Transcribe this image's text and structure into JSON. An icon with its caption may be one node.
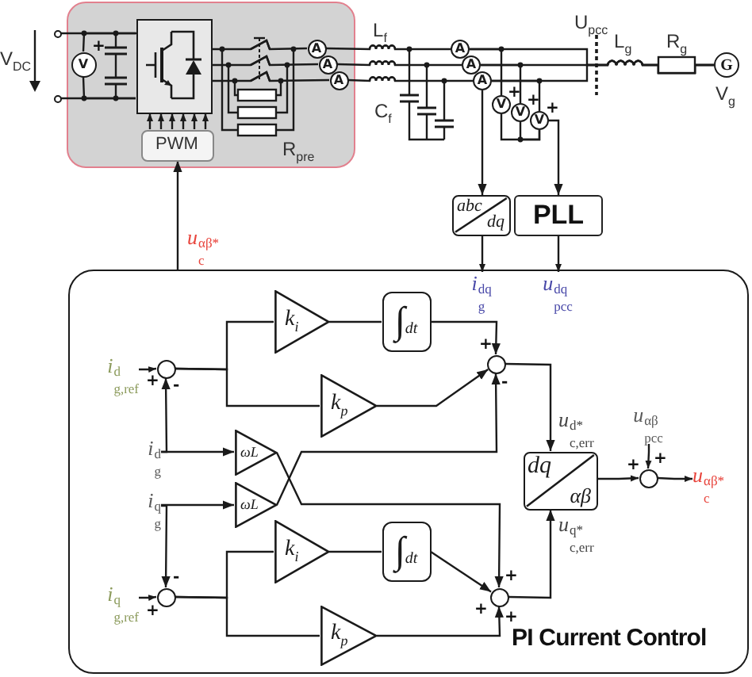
{
  "diagram": {
    "nodes": [
      {
        "text": [],
        "shape": "box"
      },
      {
        "text": [
          "V"
        ],
        "beside": [
          "+"
        ],
        "in": 0
      },
      {
        "text": [],
        "shape": "box",
        "in": 0
      },
      {
        "text": [
          "A"
        ],
        "in": 0
      },
      {
        "text": [
          "A"
        ],
        "in": 0
      },
      {
        "text": [
          "A"
        ],
        "in": 0
      },
      {
        "text": [
          "PWM"
        ],
        "in": 0
      },
      {
        "text": [
          "A"
        ]
      },
      {
        "text": [
          "A"
        ]
      },
      {
        "text": [
          "A"
        ]
      },
      {
        "text": [
          "V"
        ],
        "beside": [
          "+"
        ]
      },
      {
        "text": [
          "V"
        ],
        "beside": [
          "+"
        ]
      },
      {
        "text": [
          "V"
        ],
        "beside": [
          "+"
        ]
      },
      {
        "text": [
          "G"
        ],
        "beside": [
          "V$_{g}$"
        ]
      },
      {
        "text": [
          "abc",
          "dq"
        ]
      },
      {
        "text": [
          "PLL"
        ]
      },
      {
        "text": [
          "PI Current Control"
        ]
      },
      {
        "text": [
          "i$_{g}$$^{dq}$"
        ],
        "in": 16
      },
      {
        "text": [
          "u$_{pcc}$$^{dq}$"
        ],
        "in": 16
      },
      {
        "text": [
          "k$_{i}$"
        ],
        "in": 16
      },
      {
        "text": [
          "∫dt"
        ],
        "in": 16
      },
      {
        "text": [
          "i$_{g,ref}$$^{d}$"
        ],
        "in": 16
      },
      {
        "text": [],
        "shape": "circle",
        "beside": [
          "+",
          "-"
        ],
        "in": 16
      },
      {
        "text": [],
        "shape": "circle",
        "beside": [
          "+",
          "-"
        ],
        "in": 16
      },
      {
        "text": [
          "k$_{p}$"
        ],
        "in": 16
      },
      {
        "text": [
          "i$_{g}$$^{d}$"
        ],
        "in": 16
      },
      {
        "text": [
          "ωL"
        ],
        "in": 16
      },
      {
        "text": [
          "u$_{pcc}$$^{αβ}$"
        ],
        "in": 16
      },
      {
        "text": [
          "dq",
          "αβ"
        ],
        "in": 16
      },
      {
        "text": [],
        "shape": "circle",
        "beside": [
          "+",
          "+"
        ],
        "in": 16
      },
      {
        "text": [
          "u$_{c}$$^{αβ*}$"
        ],
        "in": 16
      },
      {
        "text": [
          "ωL"
        ],
        "in": 16
      },
      {
        "text": [
          "i$_{g}$$^{q}$"
        ],
        "in": 16
      },
      {
        "text": [
          "k$_{i}$"
        ],
        "in": 16
      },
      {
        "text": [
          "∫dt"
        ],
        "in": 16
      },
      {
        "text": [
          "i$_{g,ref}$$^{q}$"
        ],
        "in": 16
      },
      {
        "text": [],
        "shape": "circle",
        "beside": [
          "-",
          "+"
        ],
        "in": 16
      },
      {
        "text": [],
        "shape": "circle",
        "beside": [
          "+",
          "+",
          "+"
        ],
        "in": 16
      },
      {
        "text": [
          "k$_{p}$"
        ],
        "in": 16
      },
      {
        "text": [],
        "shape": "circle"
      },
      {
        "text": [],
        "shape": "circle"
      }
    ],
    "edges": [
      {
        "from": 6,
        "to": 2,
        "arrow": "to"
      },
      {
        "from": 6,
        "to": 2,
        "arrow": "to"
      },
      {
        "from": 6,
        "to": 2,
        "arrow": "to"
      },
      {
        "from": 6,
        "to": 2,
        "arrow": "to"
      },
      {
        "from": 6,
        "to": 2,
        "arrow": "to"
      },
      {
        "from": 6,
        "to": 2,
        "arrow": "to"
      },
      {
        "from": 1,
        "to": 2,
        "arrow": "none"
      },
      {
        "from": 2,
        "to": 3,
        "arrow": "none"
      },
      {
        "from": 2,
        "to": 4,
        "arrow": "none"
      },
      {
        "from": 2,
        "to": 5,
        "arrow": "none"
      },
      {
        "from": 3,
        "to": 7,
        "arrow": "none"
      },
      {
        "from": 4,
        "to": 8,
        "arrow": "none"
      },
      {
        "from": 5,
        "to": 9,
        "arrow": "none"
      },
      {
        "from": 7,
        "to": 13,
        "arrow": "none"
      },
      {
        "from": 8,
        "to": 13,
        "arrow": "none"
      },
      {
        "from": 9,
        "to": 13,
        "arrow": "none"
      },
      {
        "from": 9,
        "to": 14,
        "arrow": "to"
      },
      {
        "from": 12,
        "to": 15,
        "arrow": "to"
      },
      {
        "from": 14,
        "to": 17,
        "arrow": "to"
      },
      {
        "from": 15,
        "to": 18,
        "arrow": "to"
      },
      {
        "from": 16,
        "to": 6,
        "arrow": "to",
        "label": "u$_{c}$$^{αβ*}$"
      },
      {
        "from": 21,
        "to": 22,
        "arrow": "to"
      },
      {
        "from": 25,
        "to": 22,
        "arrow": "to"
      },
      {
        "from": 25,
        "to": 26,
        "arrow": "to"
      },
      {
        "from": 22,
        "to": 19,
        "arrow": "none"
      },
      {
        "from": 22,
        "to": 24,
        "arrow": "none"
      },
      {
        "from": 19,
        "to": 20,
        "arrow": "none"
      },
      {
        "from": 20,
        "to": 23,
        "arrow": "to"
      },
      {
        "from": 24,
        "to": 23,
        "arrow": "to"
      },
      {
        "from": 31,
        "to": 23,
        "arrow": "to"
      },
      {
        "from": 26,
        "to": 37,
        "arrow": "to"
      },
      {
        "from": 23,
        "to": 28,
        "arrow": "to",
        "label": "u$_{c,err}$$^{d*}$"
      },
      {
        "from": 37,
        "to": 28,
        "arrow": "to",
        "label": "u$_{c,err}$$^{q*}$"
      },
      {
        "from": 28,
        "to": 29,
        "arrow": "to"
      },
      {
        "from": 27,
        "to": 29,
        "arrow": "to"
      },
      {
        "from": 29,
        "to": 30,
        "arrow": "to"
      },
      {
        "from": 35,
        "to": 36,
        "arrow": "to"
      },
      {
        "from": 32,
        "to": 36,
        "arrow": "to"
      },
      {
        "from": 32,
        "to": 31,
        "arrow": "to"
      },
      {
        "from": 36,
        "to": 33,
        "arrow": "none"
      },
      {
        "from": 36,
        "to": 38,
        "arrow": "none"
      },
      {
        "from": 33,
        "to": 34,
        "arrow": "none"
      },
      {
        "from": 34,
        "to": 37,
        "arrow": "to"
      },
      {
        "from": 38,
        "to": 37,
        "arrow": "to"
      },
      {
        "from": 1,
        "to": 2,
        "arrow": "none"
      },
      {
        "from": 39,
        "to": 2,
        "arrow": "none"
      },
      {
        "from": 40,
        "to": 2,
        "arrow": "none"
      },
      {
        "from": 7,
        "to": 10,
        "arrow": "none"
      },
      {
        "from": 8,
        "to": 11,
        "arrow": "none"
      },
      {
        "from": 9,
        "to": 12,
        "arrow": "none"
      },
      {
        "from": 10,
        "to": 12,
        "arrow": "none"
      },
      {
        "from": 11,
        "to": 12,
        "arrow": "none"
      }
    ],
    "labels": [
      "U$_{pcc}$",
      "L$_{f}$",
      "R$_{g}$",
      "L$_{g}$",
      "V$_{DC}$",
      "C$_{f}$",
      "R$_{pre}$"
    ]
  }
}
